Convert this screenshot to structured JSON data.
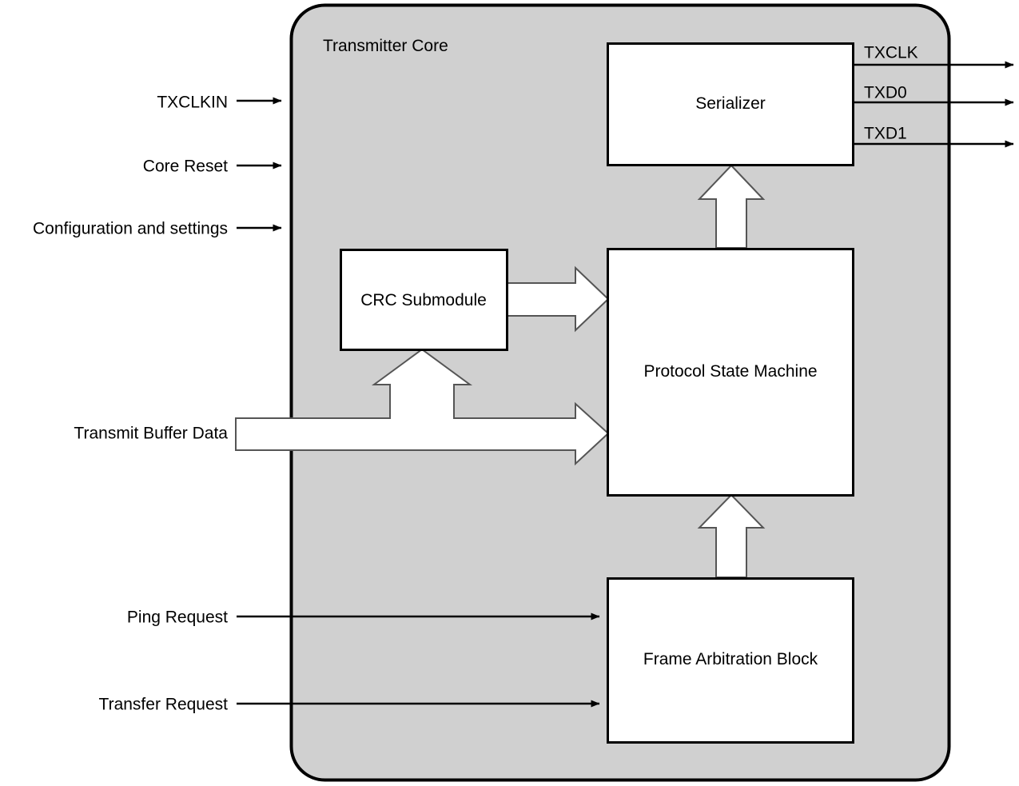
{
  "diagram": {
    "title": "Transmitter Core",
    "core": {
      "label": "Transmitter Core",
      "fill": "#d0d0d0",
      "stroke": "#000000"
    },
    "blocks": [
      {
        "id": "serializer",
        "label": "Serializer",
        "fill": "#ffffff",
        "stroke": "#000000"
      },
      {
        "id": "crc",
        "label": "CRC Submodule",
        "fill": "#ffffff",
        "stroke": "#000000"
      },
      {
        "id": "psm",
        "label": "Protocol State Machine",
        "fill": "#ffffff",
        "stroke": "#000000"
      },
      {
        "id": "fab",
        "label": "Frame Arbitration Block",
        "fill": "#ffffff",
        "stroke": "#000000"
      }
    ],
    "inputs": [
      {
        "id": "txclkin",
        "label": "TXCLKIN",
        "type": "thin-arrow",
        "target": "core"
      },
      {
        "id": "core-reset",
        "label": "Core Reset",
        "type": "thin-arrow",
        "target": "core"
      },
      {
        "id": "configuration",
        "label": "Configuration and settings",
        "type": "thin-arrow",
        "target": "core"
      },
      {
        "id": "tx-buffer",
        "label": "Transmit Buffer Data",
        "type": "block-arrow",
        "target": "psm"
      },
      {
        "id": "ping-request",
        "label": "Ping Request",
        "type": "thin-arrow",
        "target": "fab"
      },
      {
        "id": "transfer-request",
        "label": "Transfer Request",
        "type": "thin-arrow",
        "target": "fab"
      }
    ],
    "outputs": [
      {
        "id": "txclk",
        "label": "TXCLK",
        "type": "thin-arrow",
        "source": "serializer"
      },
      {
        "id": "txd0",
        "label": "TXD0",
        "type": "thin-arrow",
        "source": "serializer"
      },
      {
        "id": "txd1",
        "label": "TXD1",
        "type": "thin-arrow",
        "source": "serializer"
      }
    ],
    "connections": [
      {
        "id": "crc-to-psm",
        "from": "crc",
        "to": "psm",
        "type": "block-arrow",
        "direction": "right"
      },
      {
        "id": "buffer-to-crc",
        "from": "tx-buffer",
        "to": "crc",
        "type": "block-arrow",
        "direction": "up"
      },
      {
        "id": "psm-to-serializer",
        "from": "psm",
        "to": "serializer",
        "type": "block-arrow",
        "direction": "up"
      },
      {
        "id": "fab-to-psm",
        "from": "fab",
        "to": "psm",
        "type": "block-arrow",
        "direction": "up"
      }
    ]
  }
}
